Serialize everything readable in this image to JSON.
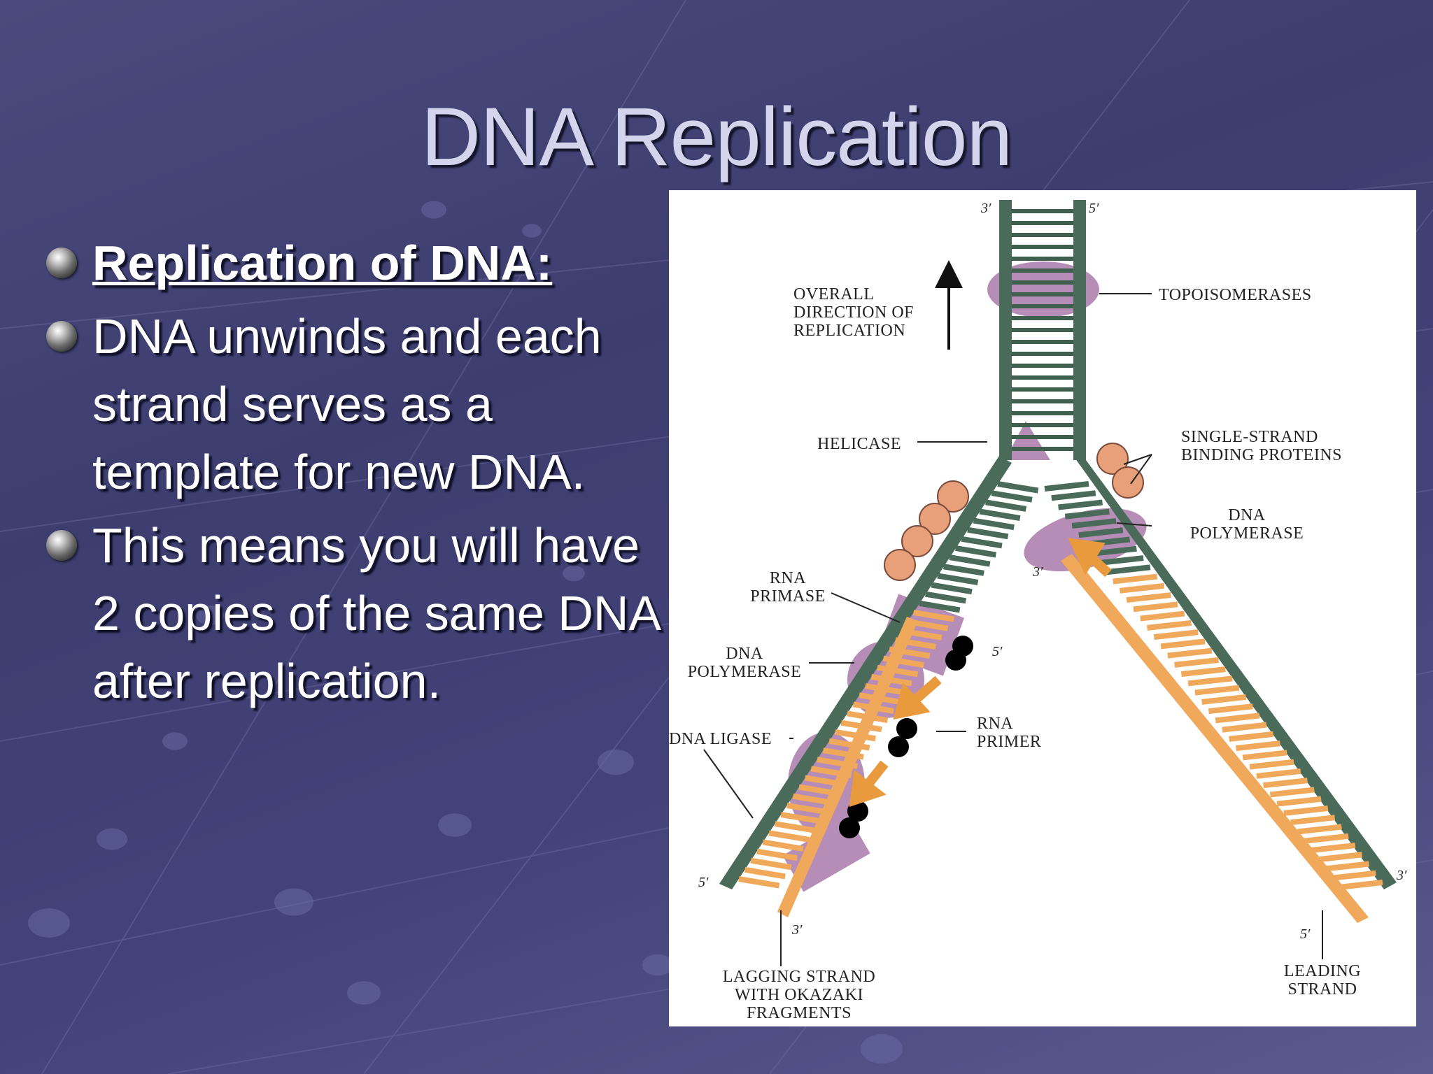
{
  "slide": {
    "title": "DNA Replication",
    "bullets": [
      {
        "text": "Replication of DNA:",
        "emphasis": "bold-underline"
      },
      {
        "text": "DNA unwinds and each strand serves as a template for new DNA."
      },
      {
        "text": "This means you will have 2 copies of the same DNA after replication."
      }
    ]
  },
  "figure": {
    "labels": {
      "overall_direction": [
        "OVERALL",
        "DIRECTION OF",
        "REPLICATION"
      ],
      "topoisomerases": "TOPOISOMERASES",
      "helicase": "HELICASE",
      "ssb": [
        "SINGLE-STRAND",
        "BINDING PROTEINS"
      ],
      "dna_polymerase_right": [
        "DNA",
        "POLYMERASE"
      ],
      "rna_primase": [
        "RNA",
        "PRIMASE"
      ],
      "dna_polymerase_left": [
        "DNA",
        "POLYMERASE"
      ],
      "dna_ligase": "DNA LIGASE",
      "rna_primer": [
        "RNA",
        "PRIMER"
      ],
      "lagging_strand": [
        "LAGGING STRAND",
        "WITH OKAZAKI",
        "FRAGMENTS"
      ],
      "leading_strand": [
        "LEADING",
        "STRAND"
      ],
      "ends": {
        "top_left": "3′",
        "top_right": "5′",
        "right_mid": "3′",
        "lag_5": "5′",
        "lag_bottom_left": "5′",
        "lag_bottom_3": "3′",
        "lead_bottom_5": "5′",
        "lead_right_3": "3′"
      }
    },
    "colors": {
      "template_strand": "#4a6b5a",
      "new_strand": "#f0a85a",
      "protein_purple": "#9b5d9b",
      "ssb_orange": "#e8a07a",
      "primer_black": "#000000",
      "arrow_orange": "#e89a3c"
    }
  }
}
